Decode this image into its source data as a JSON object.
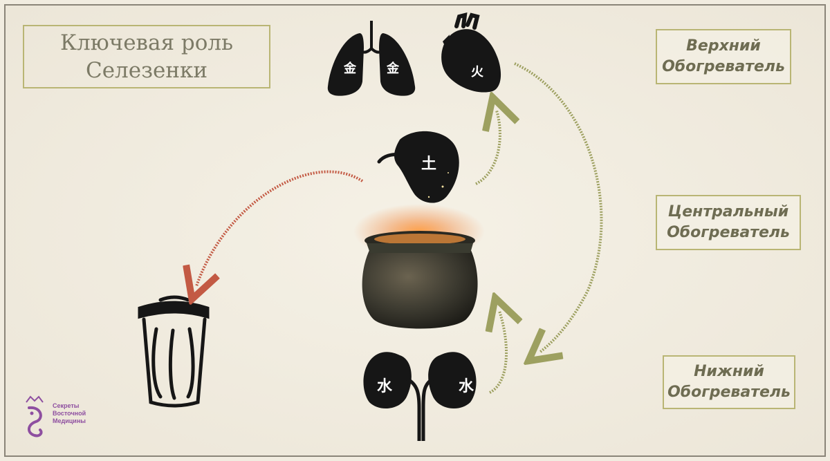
{
  "title": "Ключевая роль\nСелезенки",
  "heaters": {
    "upper": "Верхний\nОбогреватель",
    "middle": "Центральный\nОбогреватель",
    "lower": "Нижний\nОбогреватель"
  },
  "glyphs": {
    "lung_left": "金",
    "lung_right": "金",
    "heart": "火",
    "spleen": "土",
    "kidney_left": "水",
    "kidney_right": "水"
  },
  "logo": {
    "text": "Секреты\nВосточной\nМедицины"
  },
  "colors": {
    "organ": "#161616",
    "arrow_green": "#9da060",
    "arrow_red": "#c35a44",
    "box_border": "#b9b574",
    "logo": "#8e4fa0"
  }
}
